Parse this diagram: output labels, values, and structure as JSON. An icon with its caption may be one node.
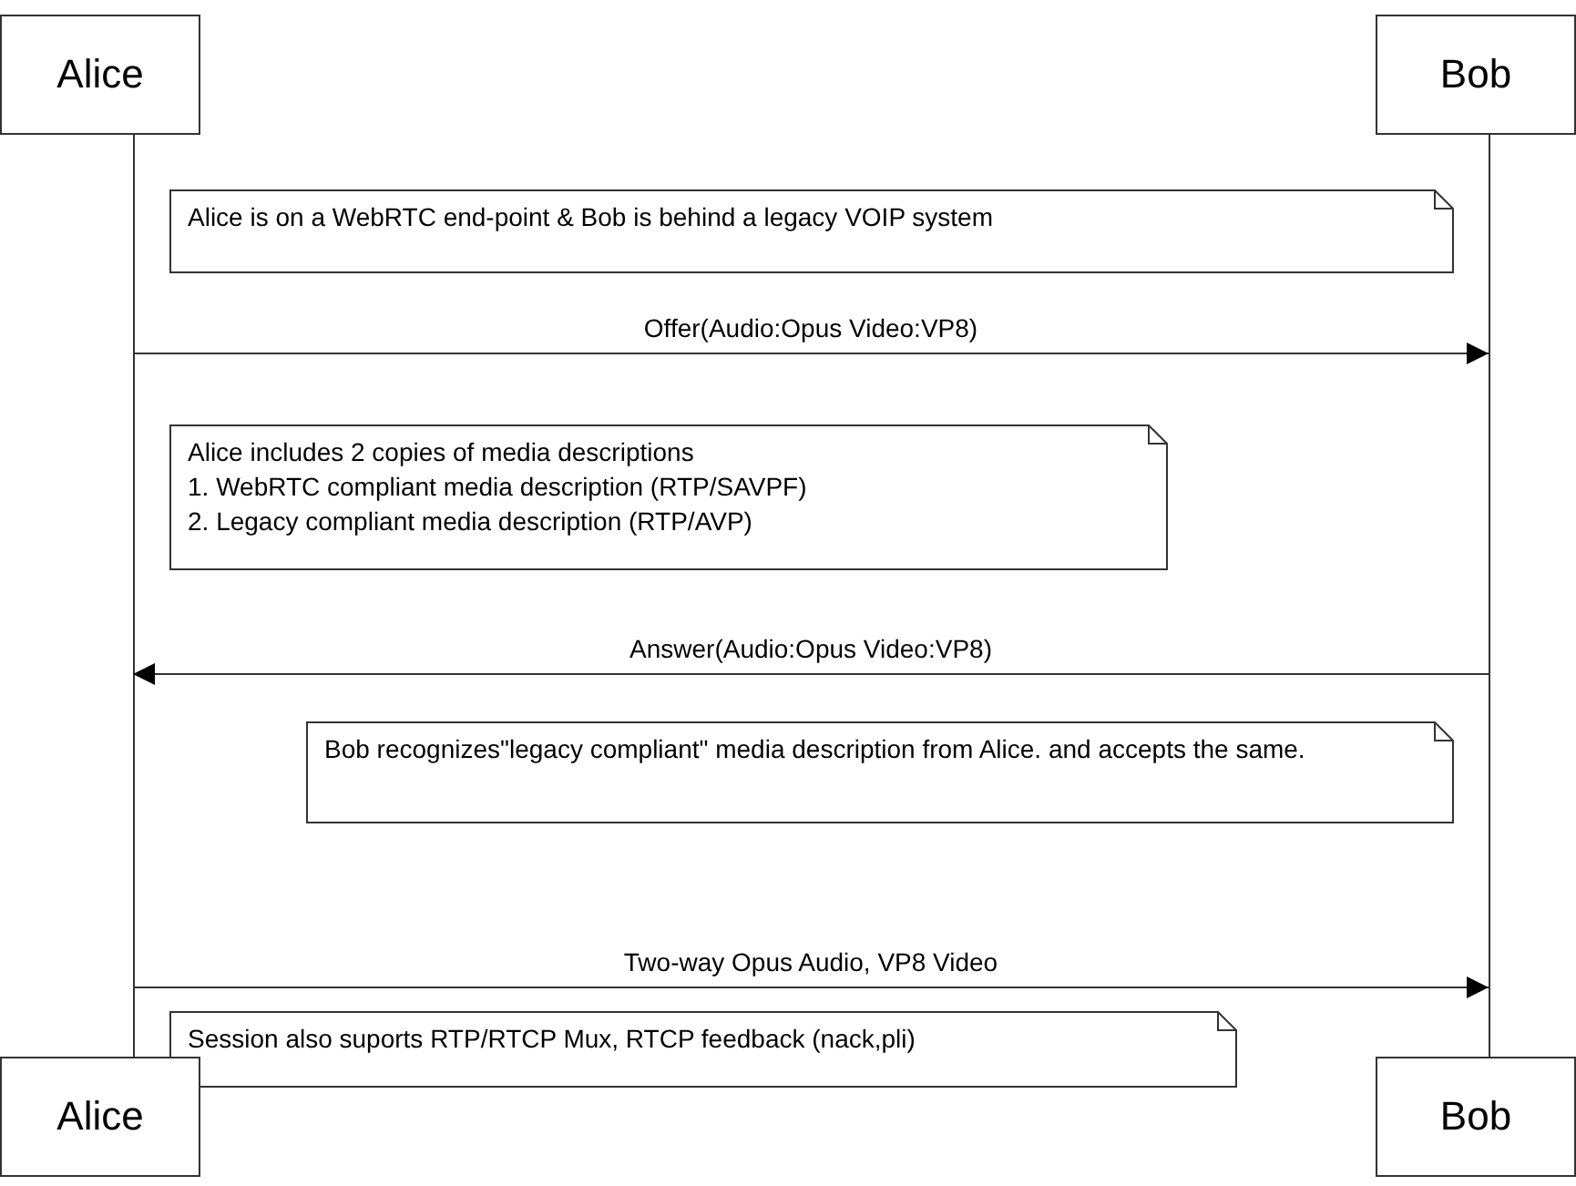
{
  "diagram": {
    "nodes": [
      {
        "text": [
          "Alice"
        ]
      },
      {
        "text": [
          "Bob"
        ]
      },
      {
        "text": [],
        "shape": "bar"
      },
      {
        "text": [],
        "shape": "bar"
      },
      {
        "text": [
          "Alice is on a WebRTC end-point & Bob is behind a legacy VOIP system"
        ]
      },
      {
        "text": [
          "Alice includes 2 copies of media descriptions",
          "1. WebRTC compliant media description (RTP/SAVPF)",
          "2. Legacy compliant media description (RTP/AVP)"
        ]
      },
      {
        "text": [
          "Bob recognizes\"legacy compliant\" media description from Alice. and accepts the same."
        ]
      },
      {
        "text": [
          "Session also suports RTP/RTCP Mux, RTCP feedback (nack,pli)"
        ]
      },
      {
        "text": [
          "Alice"
        ]
      },
      {
        "text": [
          "Bob"
        ]
      }
    ],
    "edges": [
      {
        "from": 2,
        "to": 3,
        "arrow": "to",
        "label": "Offer(Audio:Opus Video:VP8)"
      },
      {
        "from": 3,
        "to": 2,
        "arrow": "to",
        "label": "Answer(Audio:Opus Video:VP8)"
      },
      {
        "from": 2,
        "to": 3,
        "arrow": "to",
        "label": "Two-way Opus Audio, VP8 Video"
      }
    ]
  }
}
